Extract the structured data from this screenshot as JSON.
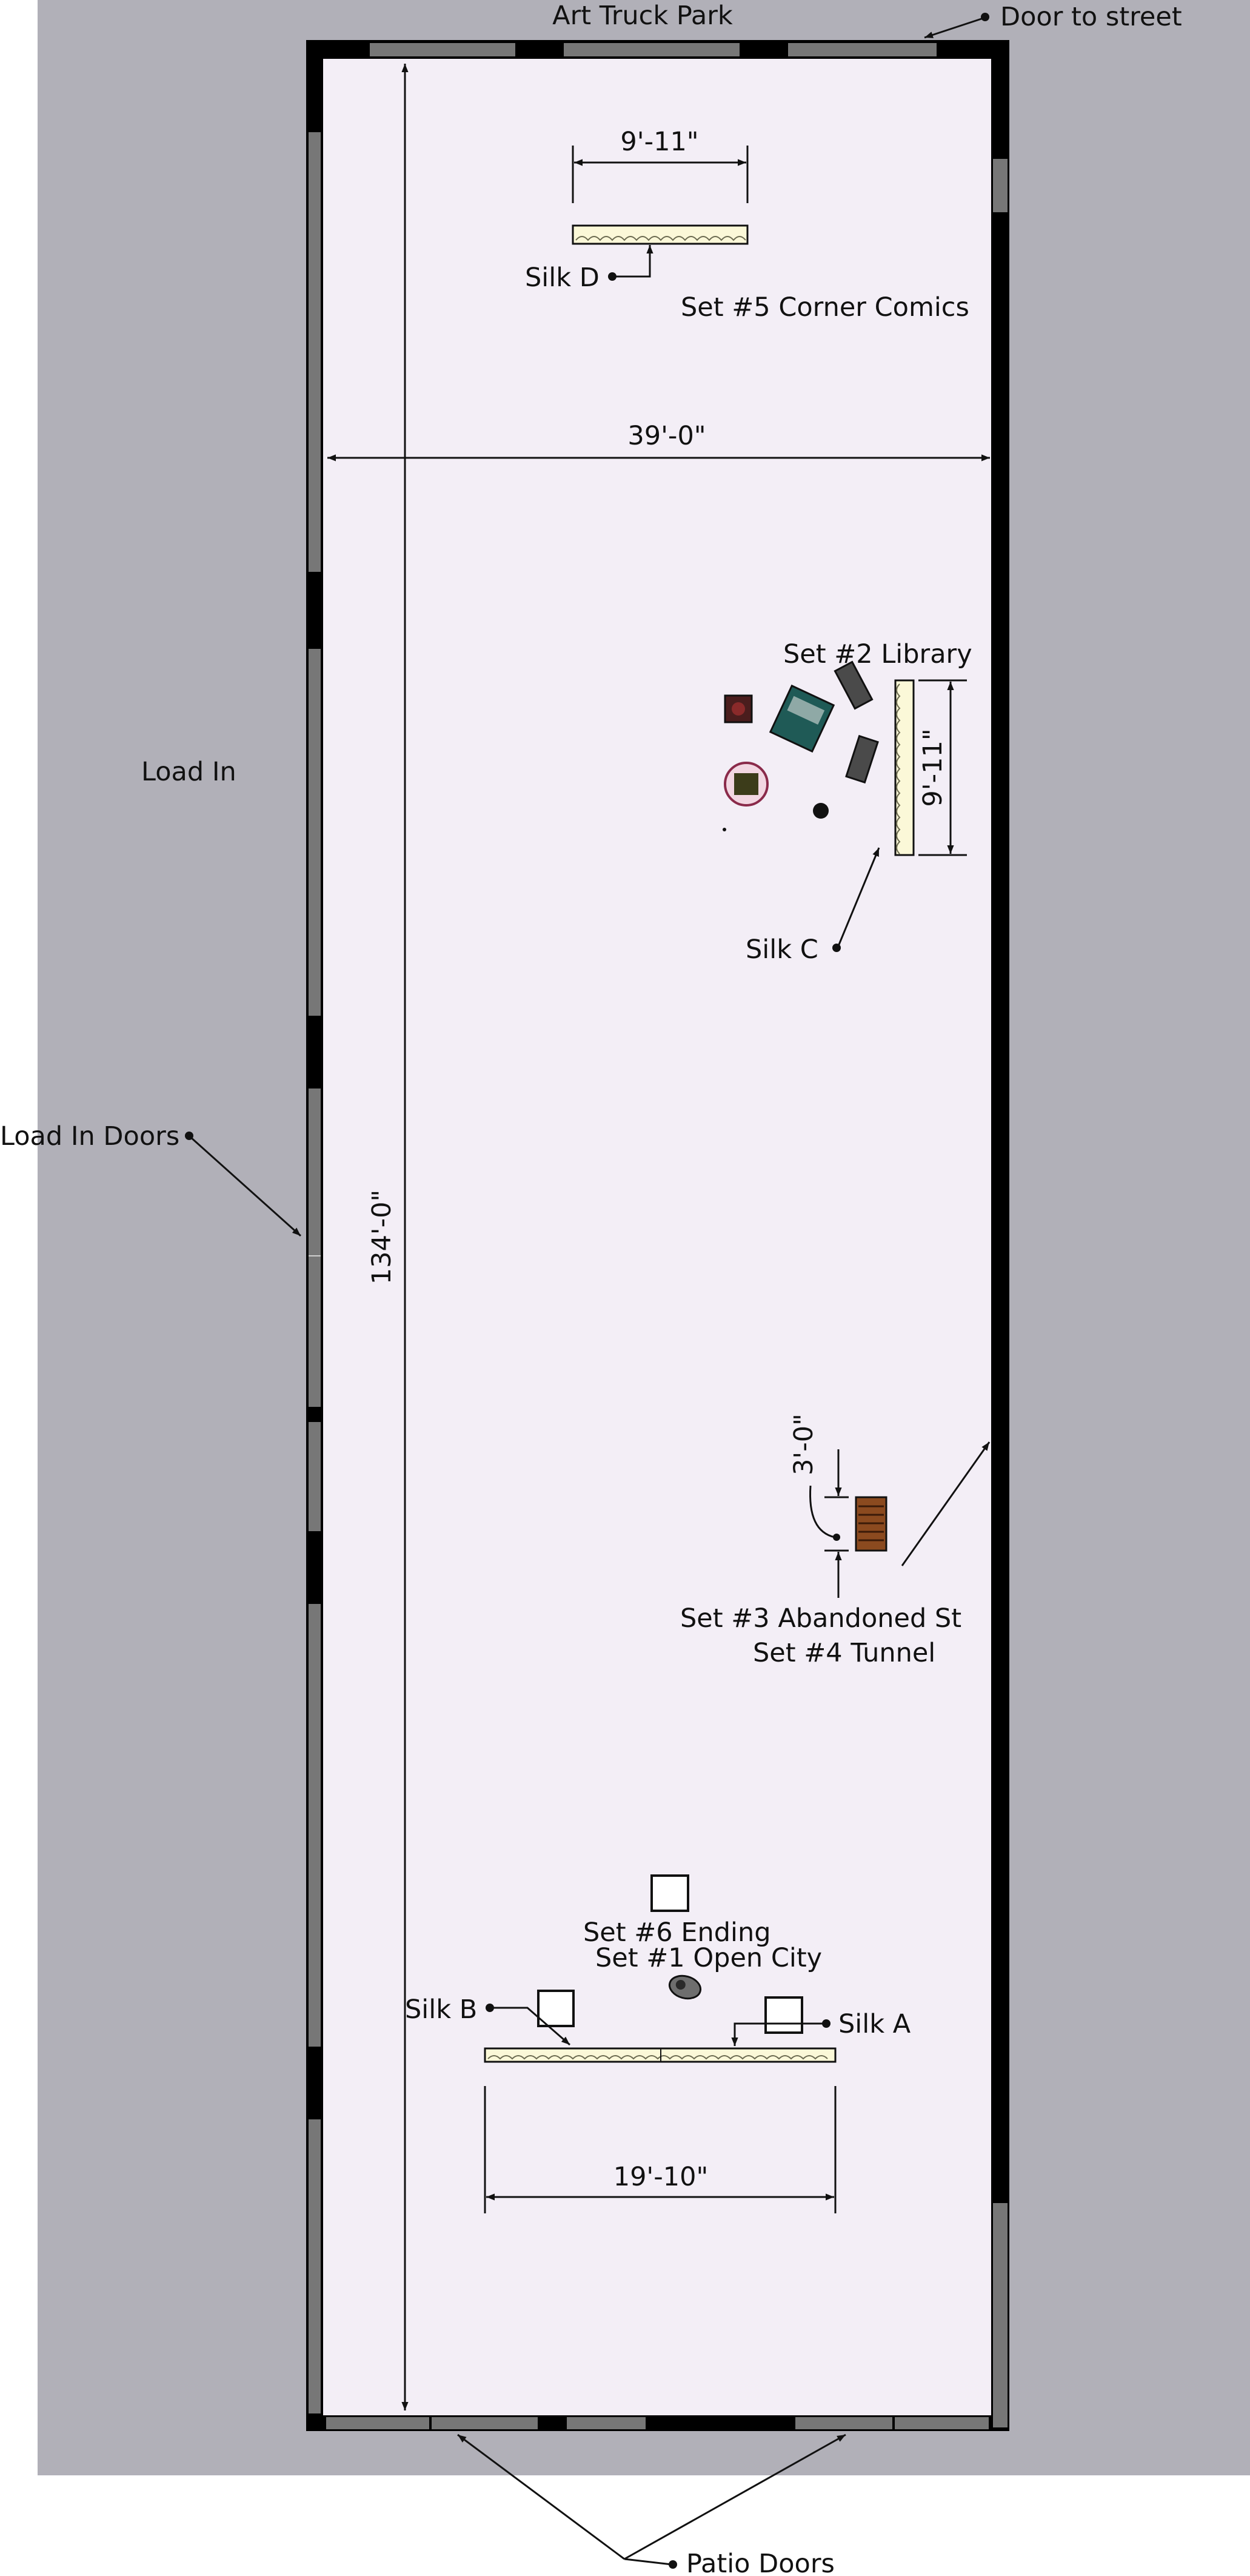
{
  "colors": {
    "ground": "#b1b0b8",
    "floor": "#f3eef6",
    "wall": "#000000",
    "opening": "#777777",
    "silk": "#fbf8d8"
  },
  "labels": {
    "art_truck_park": "Art Truck Park",
    "door_to_street": "Door to street",
    "load_in": "Load In",
    "load_in_doors": "Load In Doors",
    "patio_doors": "Patio Doors",
    "set5": "Set #5 Corner Comics",
    "set2": "Set #2 Library",
    "set3": "Set #3 Abandoned St",
    "set4": "Set #4 Tunnel",
    "set6": "Set #6 Ending",
    "set1": "Set #1 Open City",
    "silk_a": "Silk A",
    "silk_b": "Silk B",
    "silk_c": "Silk C",
    "silk_d": "Silk D"
  },
  "dimensions": {
    "silk_d_width": "9'-11\"",
    "room_width": "39'-0\"",
    "room_length": "134'-0\"",
    "silk_c_length": "9'-11\"",
    "set3_gap": "3'-0\"",
    "silk_ab_width": "19'-10\""
  }
}
